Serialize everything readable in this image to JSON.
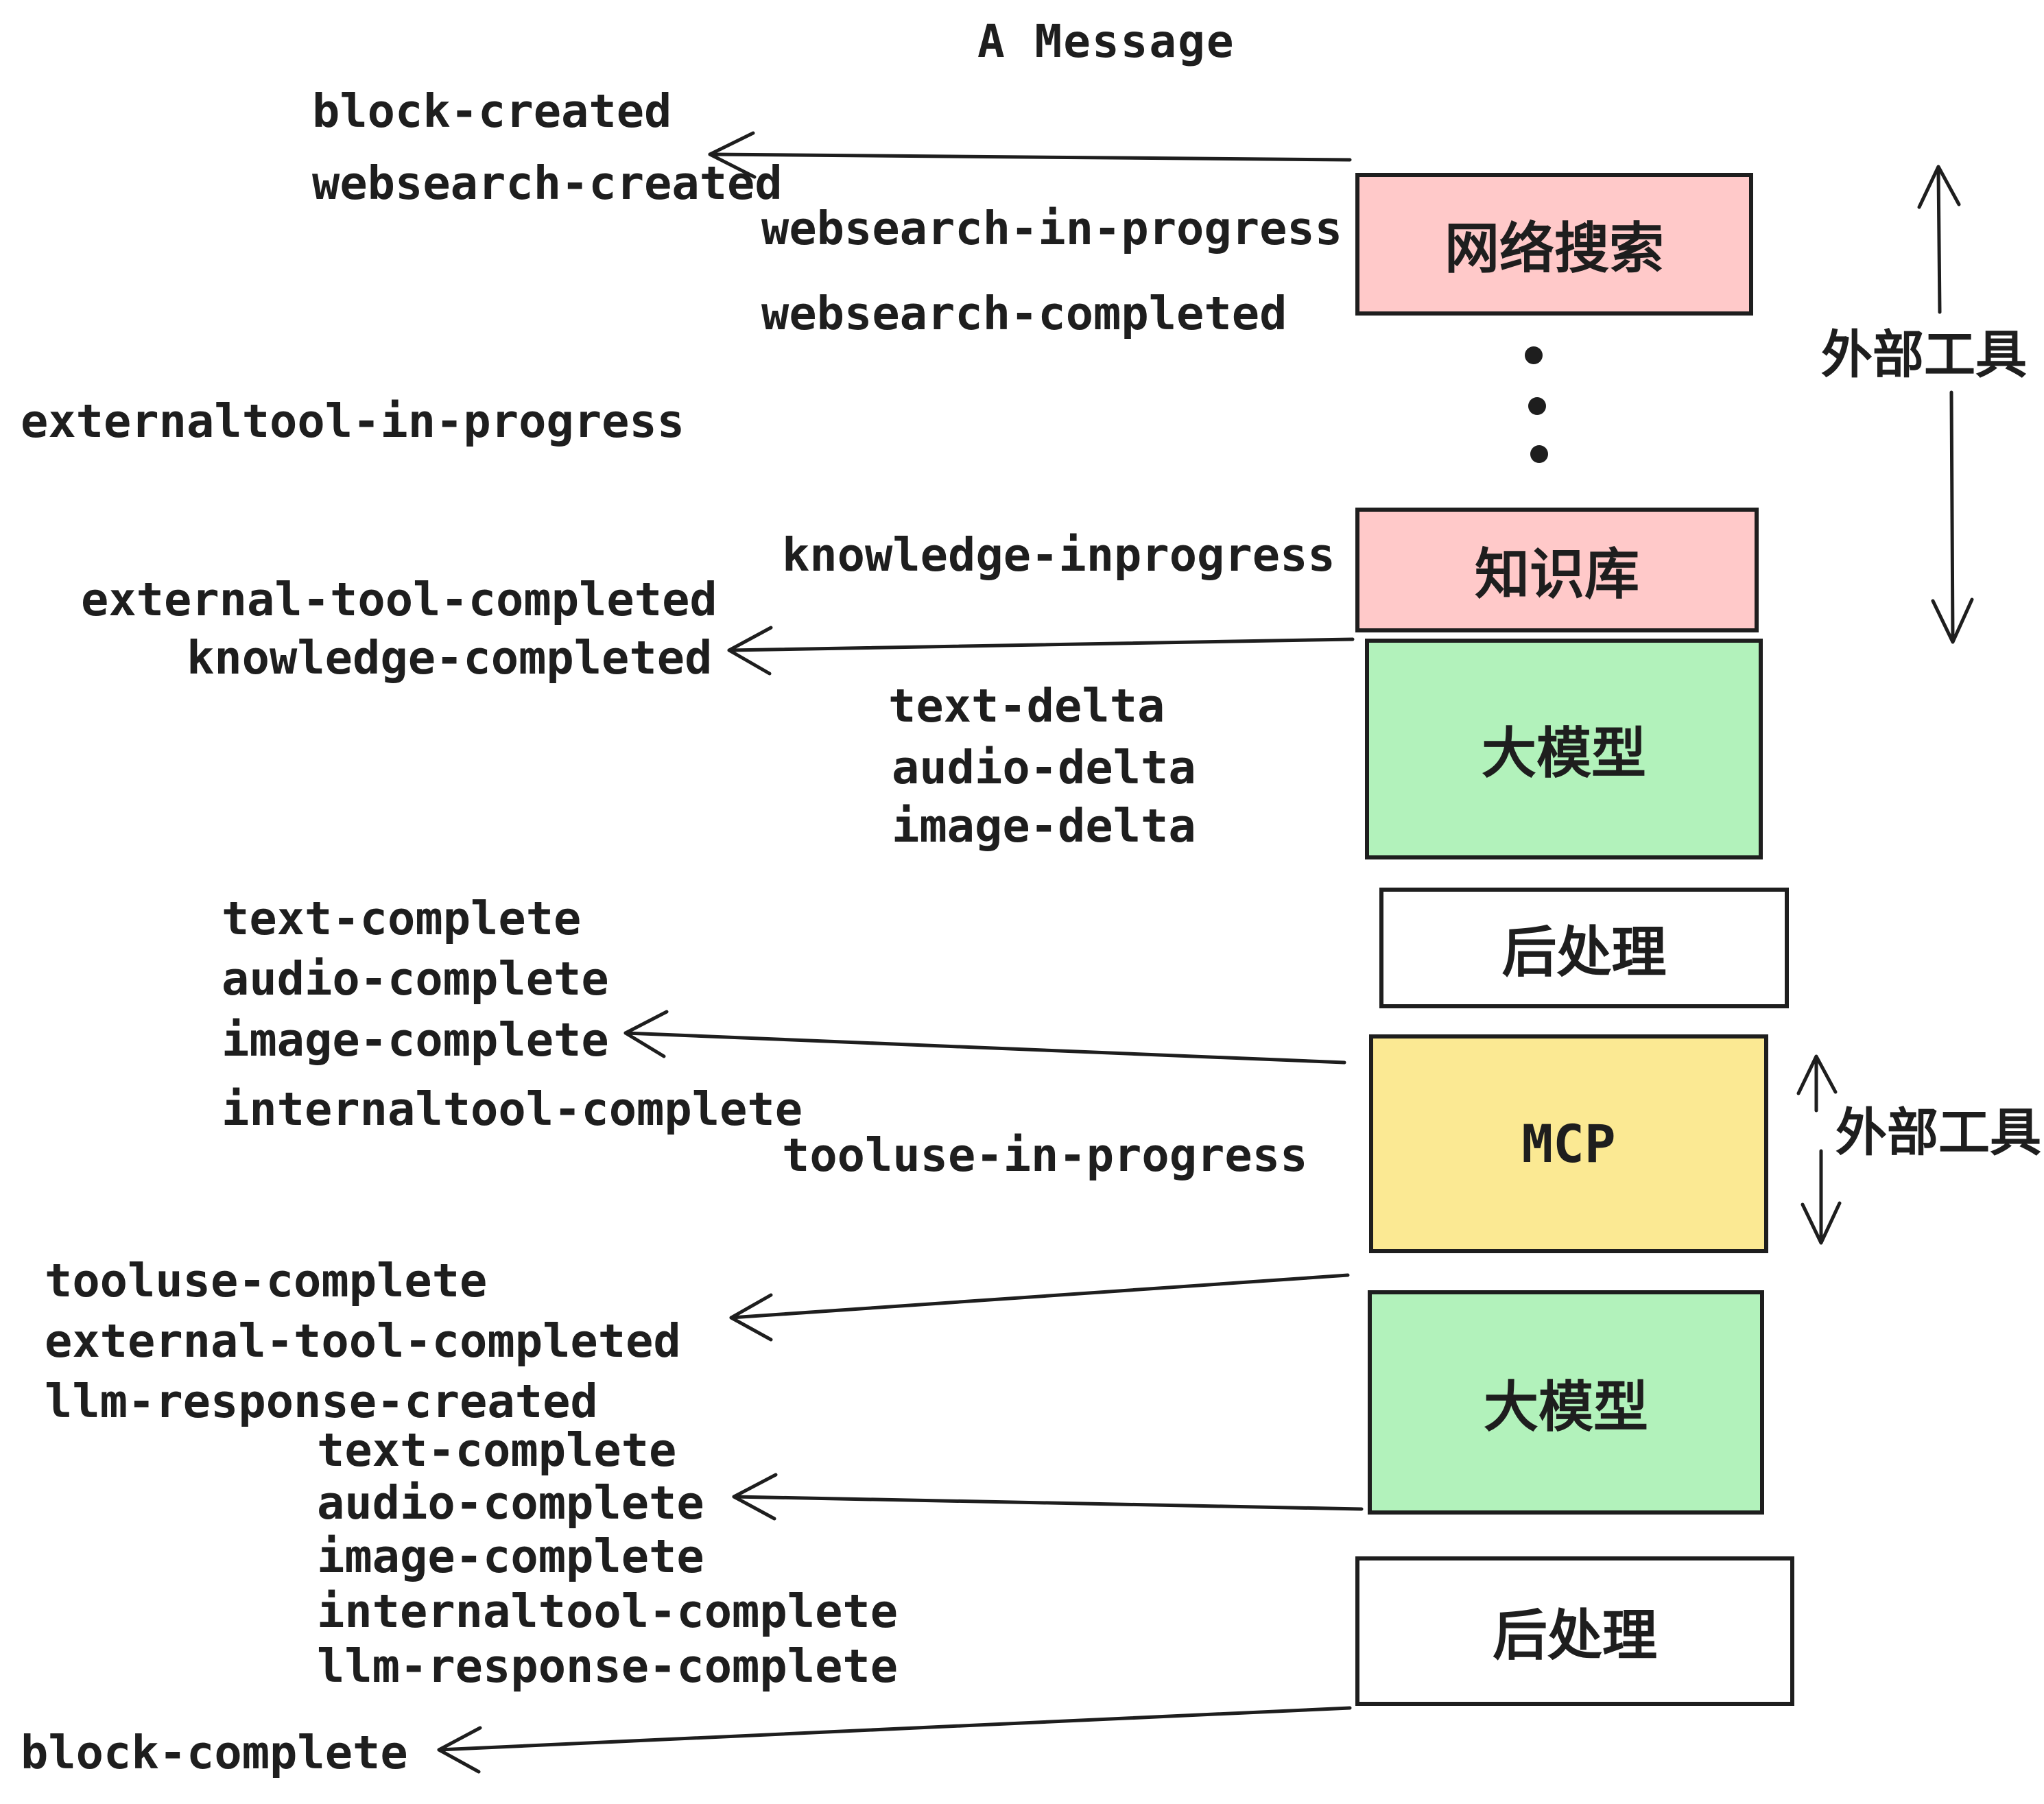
{
  "title": "A Message",
  "colors": {
    "ink": "#1e1e1e",
    "pink": "#ffc9c9",
    "green": "#b2f2bb",
    "yellow": "#fbe993",
    "white": "#ffffff"
  },
  "nodes": [
    {
      "id": "websearch",
      "label": "网络搜索",
      "fill": "#ffc9c9"
    },
    {
      "id": "knowledge",
      "label": "知识库",
      "fill": "#ffc9c9"
    },
    {
      "id": "llm-1",
      "label": "大模型",
      "fill": "#b2f2bb"
    },
    {
      "id": "postprocess-1",
      "label": "后处理",
      "fill": "#ffffff"
    },
    {
      "id": "mcp",
      "label": "MCP",
      "fill": "#fbe993"
    },
    {
      "id": "llm-2",
      "label": "大模型",
      "fill": "#b2f2bb"
    },
    {
      "id": "postprocess-2",
      "label": "后处理",
      "fill": "#ffffff"
    }
  ],
  "side_labels": [
    {
      "id": "external-tool-top",
      "label": "外部工具"
    },
    {
      "id": "external-tool-mcp",
      "label": "外部工具"
    }
  ],
  "events": [
    {
      "label": "block-created"
    },
    {
      "label": "websearch-created"
    },
    {
      "label": "websearch-in-progress"
    },
    {
      "label": "websearch-completed"
    },
    {
      "label": "externaltool-in-progress"
    },
    {
      "label": "knowledge-inprogress"
    },
    {
      "label": "external-tool-completed"
    },
    {
      "label": "knowledge-completed"
    },
    {
      "label": "text-delta"
    },
    {
      "label": "audio-delta"
    },
    {
      "label": "image-delta"
    },
    {
      "label": "text-complete"
    },
    {
      "label": "audio-complete"
    },
    {
      "label": "image-complete"
    },
    {
      "label": "internaltool-complete"
    },
    {
      "label": "tooluse-in-progress"
    },
    {
      "label": "tooluse-complete"
    },
    {
      "label": "external-tool-completed"
    },
    {
      "label": "llm-response-created"
    },
    {
      "label": "text-complete"
    },
    {
      "label": "audio-complete"
    },
    {
      "label": "image-complete"
    },
    {
      "label": "internaltool-complete"
    },
    {
      "label": "llm-response-complete"
    },
    {
      "label": "block-complete"
    }
  ]
}
